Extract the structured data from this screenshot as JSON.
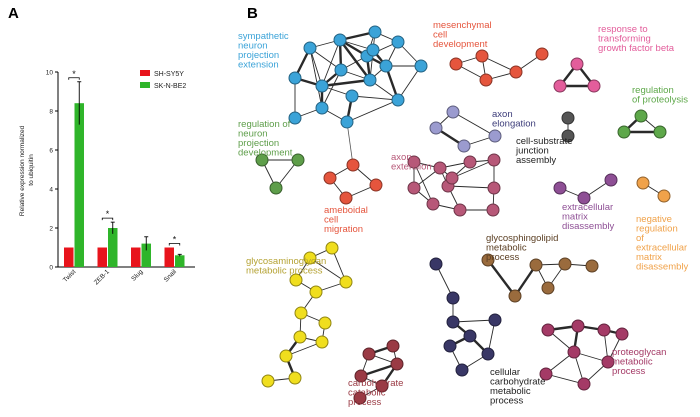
{
  "panels": {
    "a": "A",
    "b": "B"
  },
  "chart_data": [
    {
      "type": "bar",
      "categories": [
        "Twist",
        "ZEB-1",
        "Slug",
        "Snail"
      ],
      "series": [
        {
          "name": "SH-SY5Y",
          "color": "#e8141c",
          "values": [
            1,
            1,
            1,
            1
          ],
          "errors": [
            0,
            0,
            0,
            0
          ]
        },
        {
          "name": "SK-N-BE2",
          "color": "#2fb52a",
          "values": [
            8.4,
            2.0,
            1.2,
            0.6
          ],
          "errors": [
            1.1,
            0.3,
            0.35,
            0.05
          ]
        }
      ],
      "significance": [
        "*",
        "*",
        "",
        "*"
      ],
      "xlabel": "",
      "ylabel": "Relative expression normalized to ubiquitin",
      "ylim": [
        0,
        10
      ],
      "yticks": [
        0,
        2,
        4,
        6,
        8,
        10
      ],
      "legend": "top-right",
      "grid": false
    },
    {
      "type": "network",
      "clusters": [
        {
          "id": "sympathetic",
          "label": [
            "sympathetic",
            "neuron",
            "projection",
            "extension"
          ],
          "color": "#3ba3d8"
        },
        {
          "id": "mesenchymal",
          "label": [
            "mesenchymal",
            "cell",
            "development"
          ],
          "color": "#e5553d"
        },
        {
          "id": "tgfb",
          "label": [
            "response to",
            "transforming",
            "growth factor beta"
          ],
          "color": "#e35d9b"
        },
        {
          "id": "neuron-reg",
          "label": [
            "regulation of",
            "neuron",
            "projection",
            "development"
          ],
          "color": "#5e9e4a"
        },
        {
          "id": "axon-elong",
          "label": [
            "axon",
            "elongation"
          ],
          "color": "#9b9bcf"
        },
        {
          "id": "cell-substrate",
          "label": [
            "cell-substrate",
            "junction",
            "assembly"
          ],
          "color": "#555555"
        },
        {
          "id": "proteolysis",
          "label": [
            "regulation",
            "of proteolysis"
          ],
          "color": "#5ea84a"
        },
        {
          "id": "axon-ext",
          "label": [
            "axon",
            "extension"
          ],
          "color": "#b75878"
        },
        {
          "id": "ameboidal",
          "label": [
            "ameboidal",
            "cell",
            "migration"
          ],
          "color": "#e5553d"
        },
        {
          "id": "ecm-dis",
          "label": [
            "extracellular",
            "matrix",
            "disassembly"
          ],
          "color": "#8e4f95"
        },
        {
          "id": "neg-ecm",
          "label": [
            "negative",
            "regulation",
            "of",
            "extracellular",
            "matrix",
            "disassembly"
          ],
          "color": "#f0a24a"
        },
        {
          "id": "glycosaminoglycan",
          "label": [
            "glycosaminoglycan",
            "metabolic process"
          ],
          "color": "#f0de1e"
        },
        {
          "id": "glycosphingolipid",
          "label": [
            "glycosphingolipid",
            "metabolic",
            "process"
          ],
          "color": "#9a6b3d"
        },
        {
          "id": "carb-catabolic",
          "label": [
            "carbohydrate",
            "catabolic",
            "process"
          ],
          "color": "#9a3a44"
        },
        {
          "id": "cellular-carb",
          "label": [
            "cellular",
            "carbohydrate",
            "metabolic",
            "process"
          ],
          "color": "#393766"
        },
        {
          "id": "proteoglycan",
          "label": [
            "proteoglycan",
            "metabolic",
            "process"
          ],
          "color": "#a43a66"
        }
      ]
    }
  ]
}
